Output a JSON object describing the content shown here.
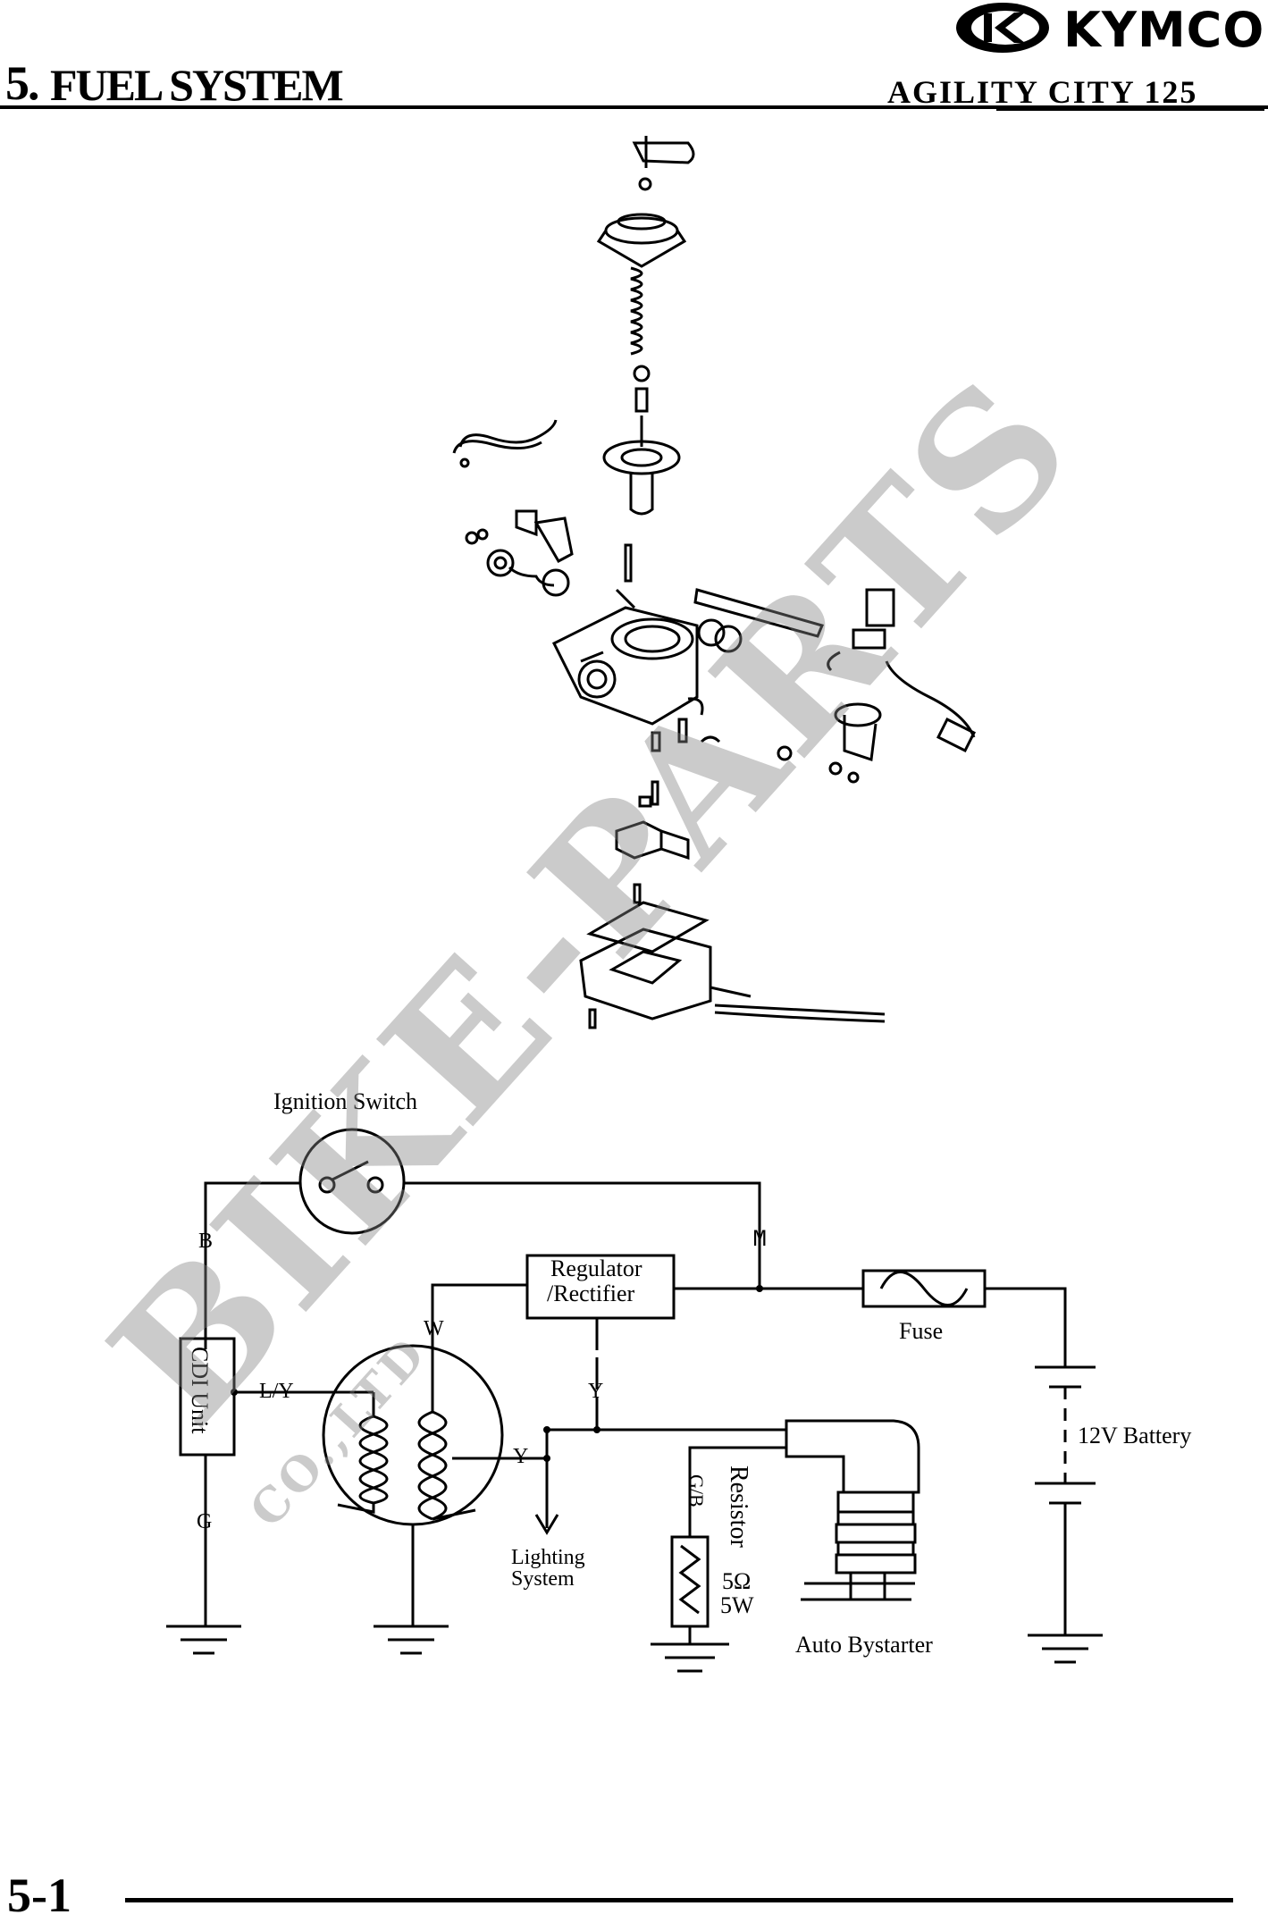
{
  "header": {
    "section_number": "5.",
    "section_title": "FUEL SYSTEM",
    "model": "AGILITY CITY 125",
    "brand": "KYMCO"
  },
  "watermark": {
    "main_text": "BIKE-PARTS",
    "sub_text": "CO.,LTD"
  },
  "diagram": {
    "components": {
      "ignition_switch": "Ignition Switch",
      "regulator_line1": "Regulator",
      "regulator_line2": "/Rectifier",
      "fuse": "Fuse",
      "battery": "12V Battery",
      "cdi": "CDI Unit",
      "lighting_line1": "Lighting",
      "lighting_line2": "System",
      "resistor": "Resistor",
      "resistor_ohm": "5Ω",
      "resistor_w": "5W",
      "auto_bystarter": "Auto Bystarter"
    },
    "wires": {
      "b": "B",
      "m": "M",
      "w": "W",
      "ly": "L/Y",
      "y_upper": "Y",
      "y_right": "Y",
      "g": "G",
      "gb": "G/B"
    }
  },
  "footer": {
    "page": "5-1"
  }
}
